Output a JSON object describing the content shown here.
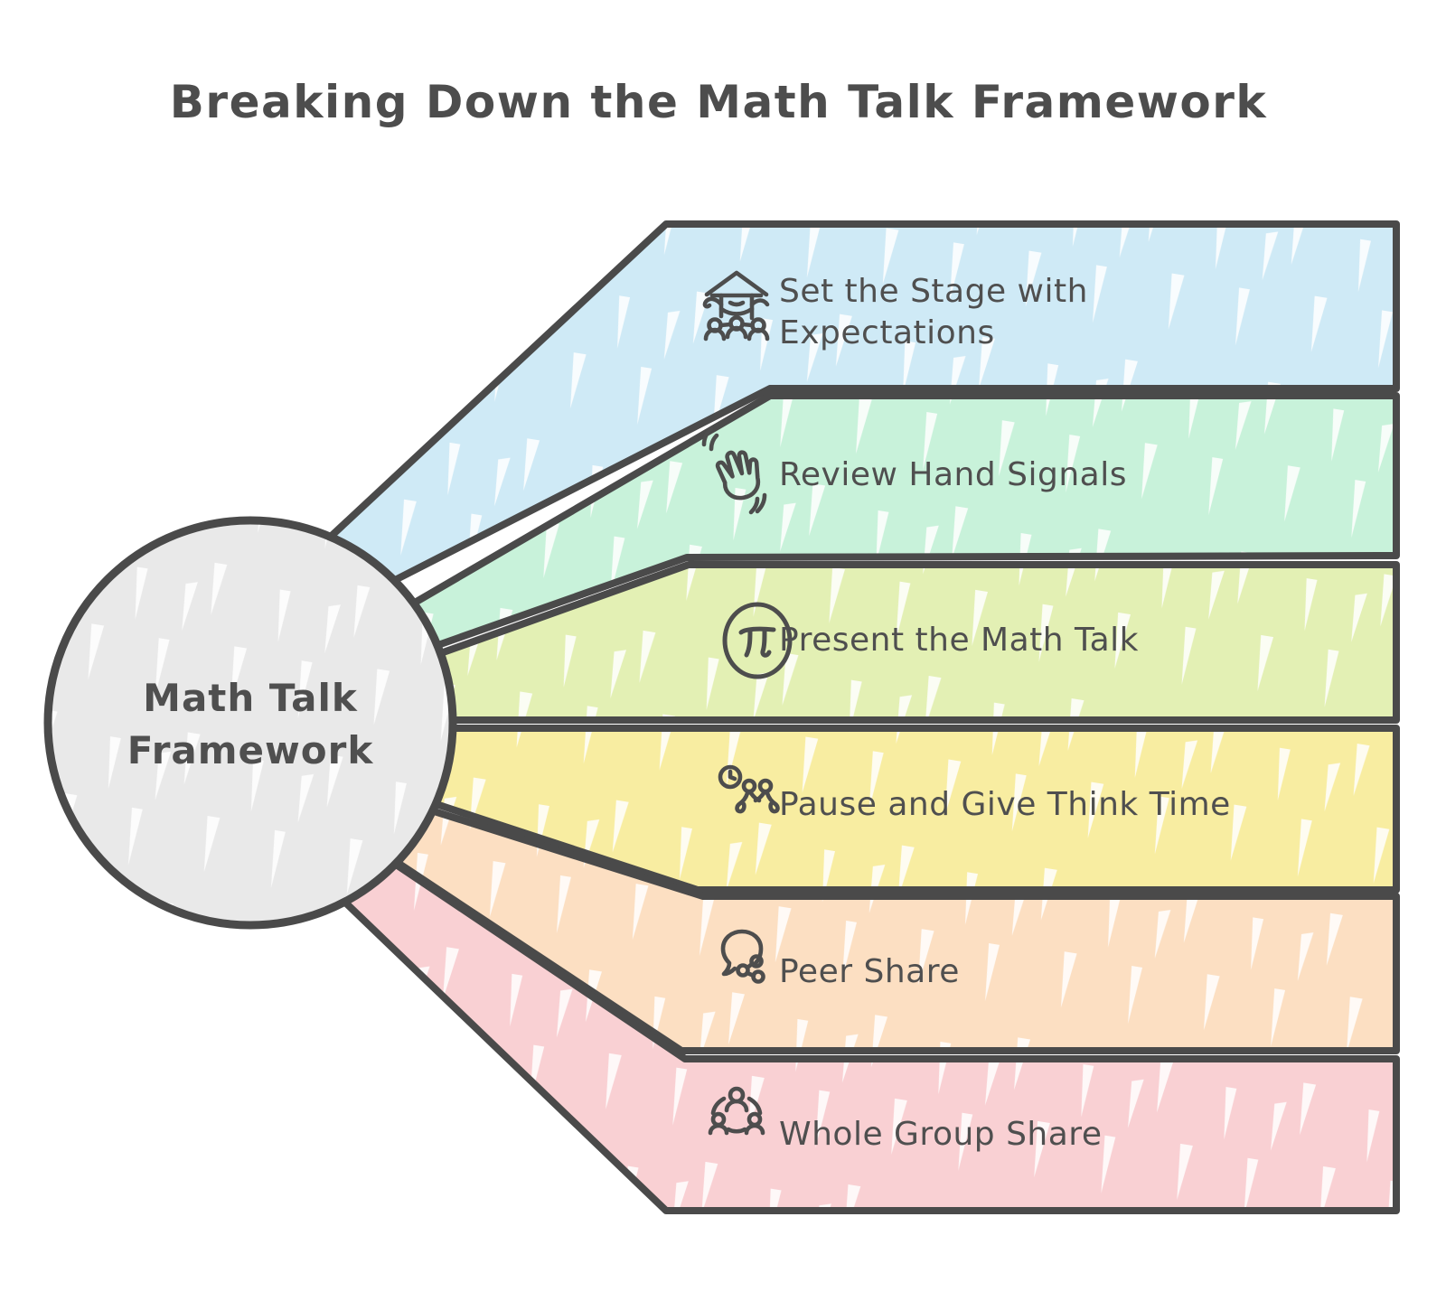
{
  "title": "Breaking Down the Math Talk Framework",
  "center_node": {
    "lines": [
      "Math Talk",
      "Framework"
    ],
    "fill": "#e9e9e9"
  },
  "colors": {
    "background": "#ffffff",
    "outline": "#4a4a4a",
    "text": "#4f4f4f"
  },
  "steps": [
    {
      "icon": "classroom-expectations-icon",
      "lines": [
        "Set the Stage with",
        "Expectations"
      ],
      "color": "#cfeaf6"
    },
    {
      "icon": "waving-hand-icon",
      "lines": [
        "Review Hand Signals"
      ],
      "color": "#c8f2da"
    },
    {
      "icon": "pi-symbol-icon",
      "lines": [
        "Present the Math Talk"
      ],
      "color": "#e3f0b4"
    },
    {
      "icon": "clock-think-time-icon",
      "lines": [
        "Pause and Give Think Time"
      ],
      "color": "#f8eda1"
    },
    {
      "icon": "speech-bubble-share-icon",
      "lines": [
        "Peer Share"
      ],
      "color": "#fcdfc2"
    },
    {
      "icon": "group-circle-icon",
      "lines": [
        "Whole Group Share"
      ],
      "color": "#f9d0d3"
    }
  ]
}
